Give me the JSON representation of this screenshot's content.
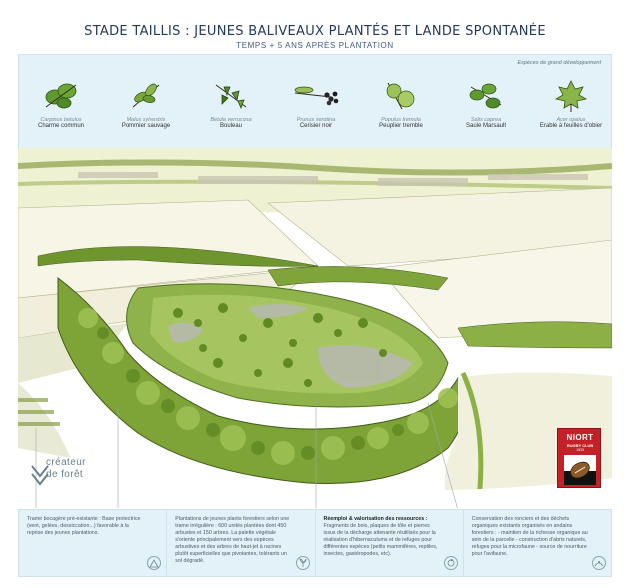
{
  "header": {
    "title": "STADE TAILLIS : JEUNES BALIVEAUX PLANTÉS ET LANDE SPONTANÉE",
    "subtitle": "TEMPS + 5 ANS APRÈS PLANTATION"
  },
  "species_panel": {
    "label": "Espèces de grand développement",
    "species": [
      {
        "latin": "Carpinus betulus",
        "common": "Charme commun",
        "icon": "hornbeam-leaf-icon"
      },
      {
        "latin": "Malus sylvestris",
        "common": "Pommier sauvage",
        "icon": "apple-leaf-icon"
      },
      {
        "latin": "Betula verrucosa",
        "common": "Bouleau",
        "icon": "birch-leaf-icon"
      },
      {
        "latin": "Prunus serotina",
        "common": "Cerisier noir",
        "icon": "cherry-leaf-icon"
      },
      {
        "latin": "Populus tremula",
        "common": "Peuplier tremble",
        "icon": "aspen-leaf-icon"
      },
      {
        "latin": "Salix caprea",
        "common": "Saule Marsault",
        "icon": "willow-leaf-icon"
      },
      {
        "latin": "Acer opalus",
        "common": "Erable à feuilles d'obier",
        "icon": "maple-leaf-icon"
      }
    ]
  },
  "logos": {
    "creator_line1": "créateur",
    "creator_line2": "de forêt",
    "club_name": "NIORT",
    "club_sub": "RUGBY CLUB",
    "club_year": "1933"
  },
  "info": [
    {
      "bold": "",
      "text": "Trame bocagère pré-existante : Base protectrice (vent, gelées, dessiccation...) favorable à la reprise des jeunes plantations.",
      "icon": "hedge-icon"
    },
    {
      "bold": "",
      "text": "Plantations de jeunes plants forestiers selon une trame irrégulière : 600 unités plantées dont 450 arbustes et 150 arbres. La palette végétale s'oriente principalement vers des espèces arbustives et des arbres de haut-jet à racines plutôt superficielles que pivotantes, tolérants un sol dégradé.",
      "icon": "sapling-icon"
    },
    {
      "bold": "Réemploi & valorisation des ressources :",
      "text": "Fragments de bois, plaques de tôle et pierres issus de la décharge attenante réutilisés pour la réalisation d'hibernaculums et de refuges pour différentes espèces (petits mammifères, reptiles, insectes, gastéropodes, etc).",
      "icon": "recycle-icon"
    },
    {
      "bold": "",
      "text": "Conservation des ronciers et des déchets organiques existants organisés en andains forestiers : - maintien de la richesse organique au sein de la parcelle - construction d'abris naturels, refuges pour la microfaune - source de nourriture pour l'avifaune.",
      "icon": "bramble-icon"
    }
  ],
  "colors": {
    "title": "#233a5e",
    "panel_bg": "#e3f1f8",
    "club_red": "#c42027",
    "foliage": "#7fa43a",
    "field": "#f3f1e2"
  }
}
